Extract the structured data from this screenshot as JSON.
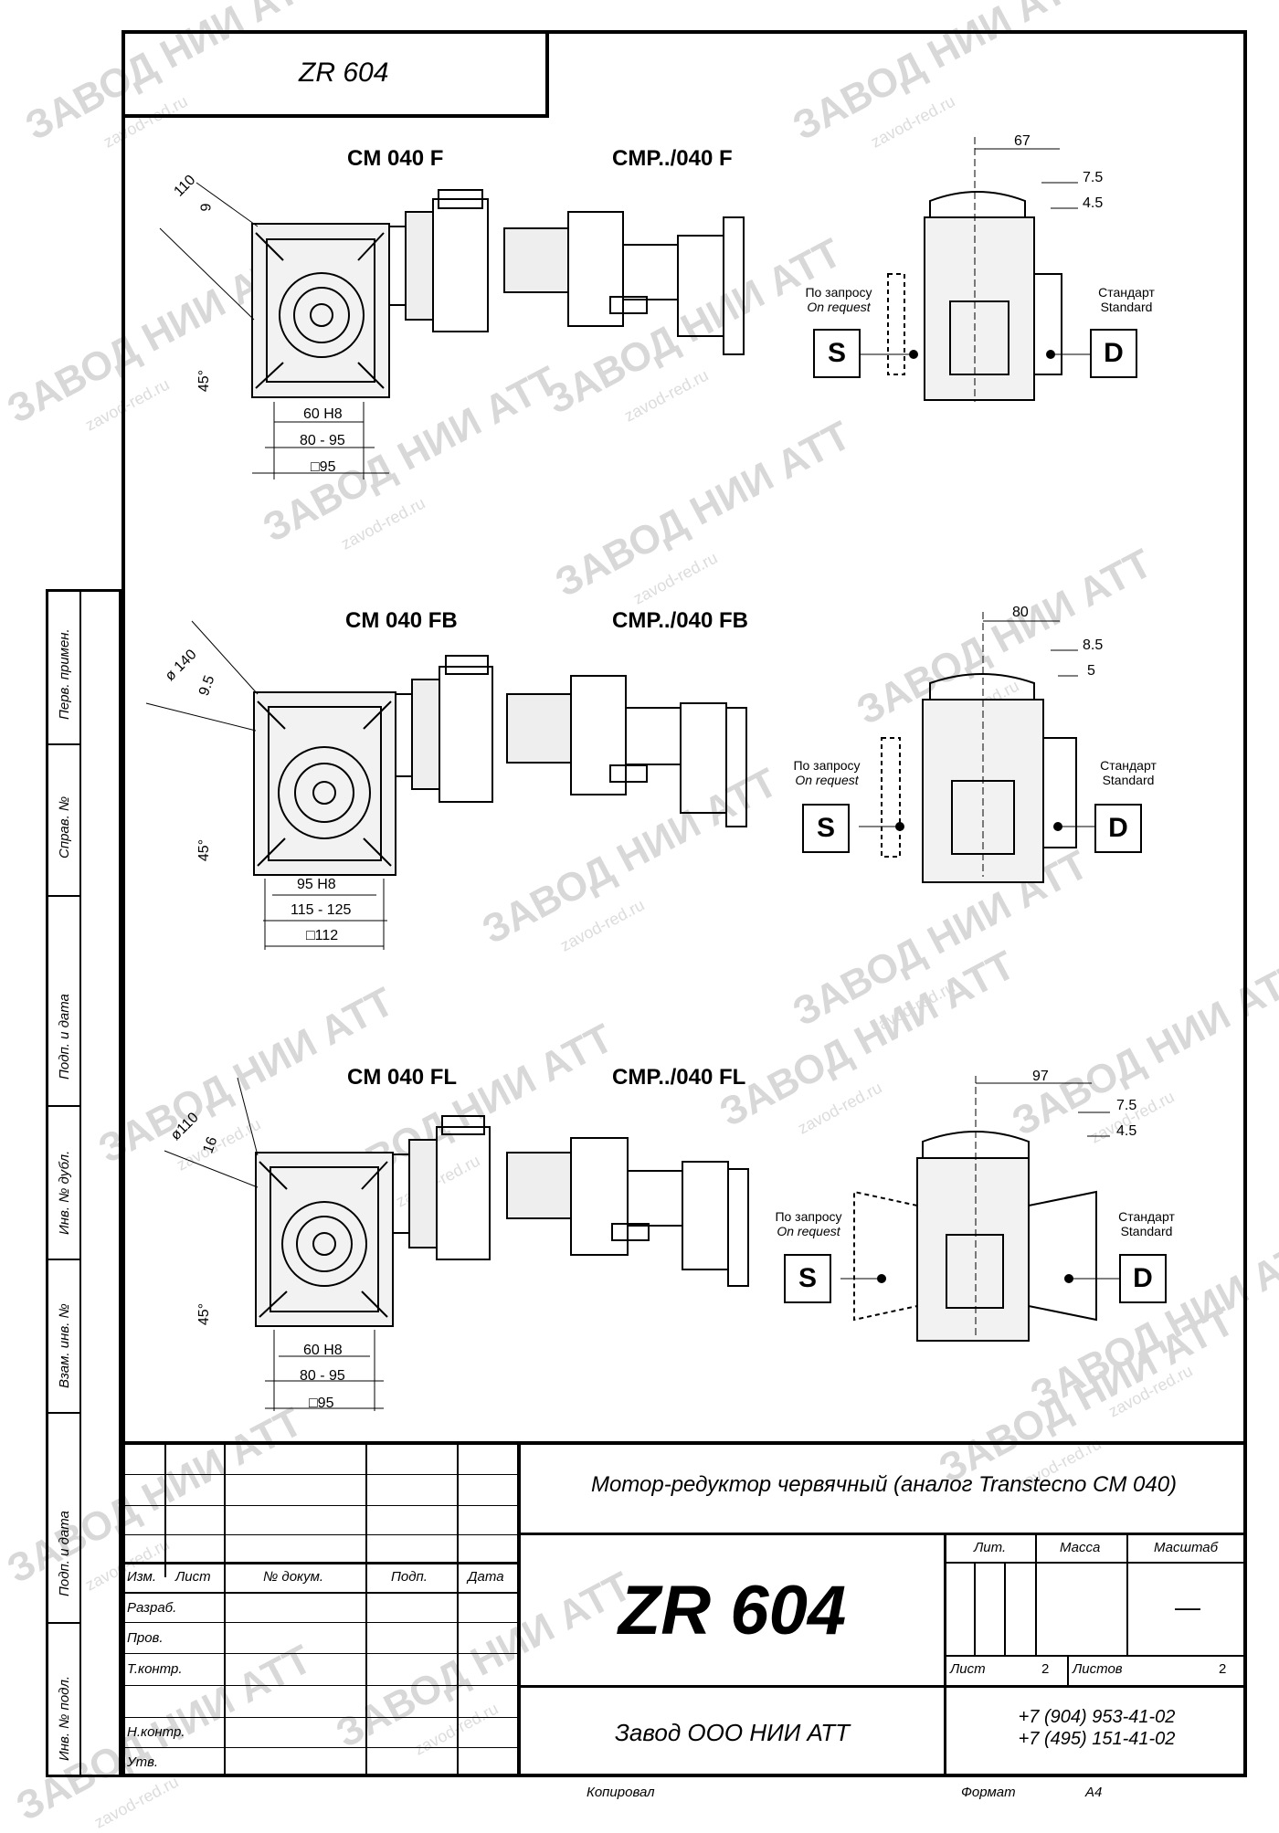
{
  "header": {
    "code": "ZR 604"
  },
  "watermark": {
    "main": "ЗАВОД НИИ АТТ",
    "site": "zavod-red.ru"
  },
  "side_labels": [
    "Перв. примен.",
    "Справ. №",
    "Подп. и дата",
    "Инв. № дубл.",
    "Взам. инв. №",
    "Подп. и дата",
    "Инв. № подл."
  ],
  "sections": [
    {
      "cm": "CM 040 F",
      "cmp": "CMP../040 F",
      "dims": {
        "diam": "110",
        "d9": "9",
        "angle": "45°",
        "h8": "60 H8",
        "range": "80 - 95",
        "sq": "□95",
        "top": "67",
        "t1": "7.5",
        "t2": "4.5"
      }
    },
    {
      "cm": "CM 040 FB",
      "cmp": "CMP../040 FB",
      "dims": {
        "diam": "ø 140",
        "d9": "9.5",
        "angle": "45°",
        "h8": "95 H8",
        "range": "115 - 125",
        "sq": "□112",
        "top": "80",
        "t1": "8.5",
        "t2": "5"
      }
    },
    {
      "cm": "CM 040 FL",
      "cmp": "CMP../040 FL",
      "dims": {
        "diam": "ø110",
        "d9": "16",
        "angle": "45°",
        "h8": "60 H8",
        "range": "80 - 95",
        "sq": "□95",
        "top": "97",
        "t1": "7.5",
        "t2": "4.5"
      }
    }
  ],
  "options": {
    "request_ru": "По запросу",
    "request_en": "On request",
    "standard_ru": "Стандарт",
    "standard_en": "Standard",
    "s": "S",
    "d": "D"
  },
  "stamp": {
    "title": "Мотор-редуктор червячный (аналог Transtecno CM 040)",
    "code": "ZR 604",
    "company": "Завод ООО НИИ АТТ",
    "phones": [
      "+7 (904) 953-41-02",
      "+7 (495) 151-41-02"
    ],
    "cols": [
      "Изм.",
      "Лист",
      "№ докум.",
      "Подп.",
      "Дата"
    ],
    "rows": [
      "Разраб.",
      "Пров.",
      "Т.контр.",
      "",
      "Н.контр.",
      "Утв."
    ],
    "lit": "Лит.",
    "mass": "Масса",
    "scale": "Масштаб",
    "scale_value": "—",
    "sheet": "Лист",
    "sheet_no": "2",
    "sheets": "Листов",
    "sheets_no": "2",
    "copied": "Копировал",
    "format": "Формат",
    "format_value": "A4"
  }
}
